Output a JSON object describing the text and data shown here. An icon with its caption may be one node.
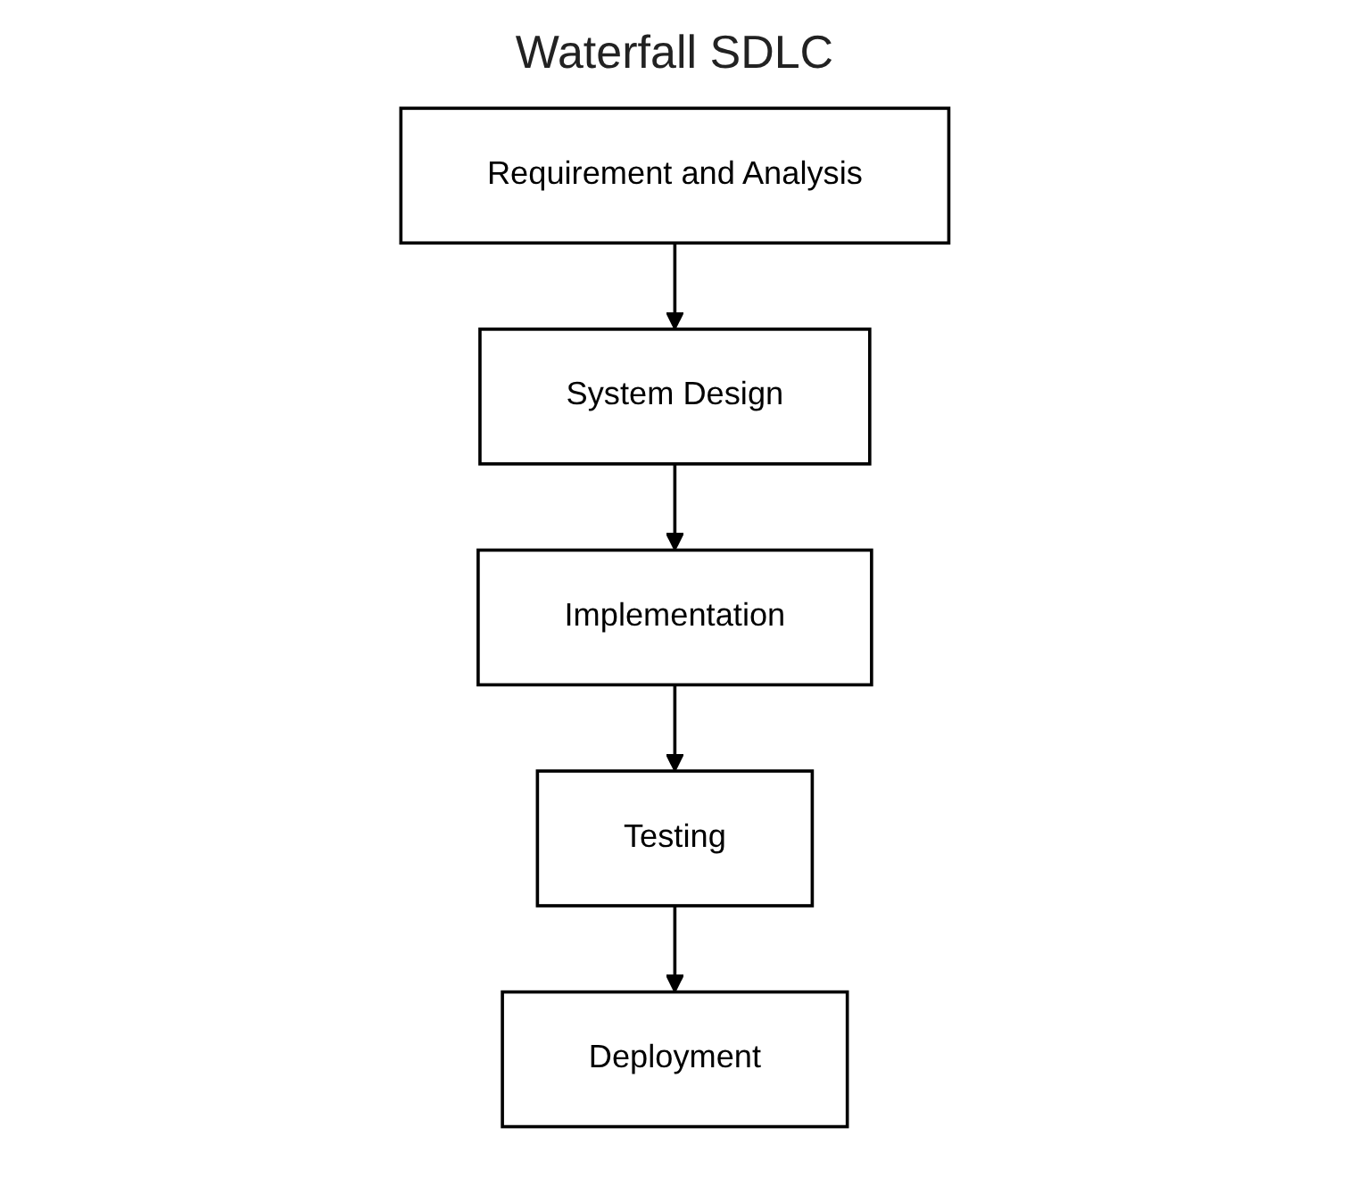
{
  "diagram": {
    "title": "Waterfall SDLC",
    "nodes": [
      {
        "text": [
          "Requirement and Analysis"
        ]
      },
      {
        "text": [
          "System Design"
        ]
      },
      {
        "text": [
          "Implementation"
        ]
      },
      {
        "text": [
          "Testing"
        ]
      },
      {
        "text": [
          "Deployment"
        ]
      }
    ],
    "edges": [
      {
        "from": 0,
        "to": 1,
        "arrow": "to"
      },
      {
        "from": 1,
        "to": 2,
        "arrow": "to"
      },
      {
        "from": 2,
        "to": 3,
        "arrow": "to"
      },
      {
        "from": 3,
        "to": 4,
        "arrow": "to"
      }
    ]
  }
}
